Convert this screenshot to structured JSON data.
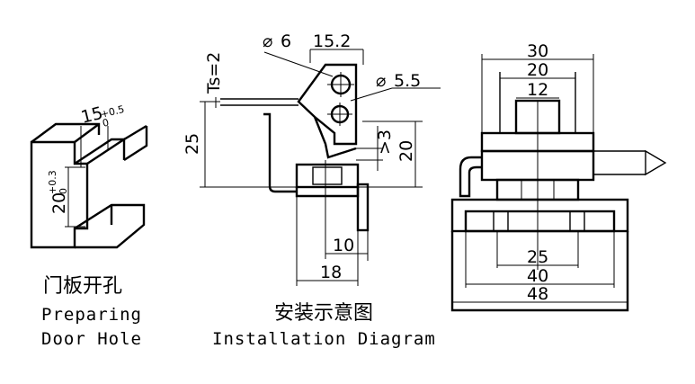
{
  "door_hole": {
    "dim_width": "15",
    "dim_width_tol_upper": "+0.5",
    "dim_width_tol_lower": "0",
    "dim_height": "20",
    "dim_height_tol_upper": "+0.3",
    "dim_height_tol_lower": "0",
    "caption_cn": "门板开孔",
    "caption_en_line1": "Preparing",
    "caption_en_line2": "Door Hole"
  },
  "installation": {
    "dim_hole_large": "6",
    "dim_hole_small": "5.5",
    "dim_top": "15.2",
    "dim_thickness": "Ts=2",
    "dim_height": "25",
    "dim_gap": ">3",
    "dim_right": "20",
    "dim_base": "10",
    "dim_bottom": "18",
    "diameter_symbol": "⌀",
    "caption_cn": "安装示意图",
    "caption_en": "Installation Diagram"
  },
  "front_view": {
    "dim_30": "30",
    "dim_20": "20",
    "dim_12": "12",
    "dim_25": "25",
    "dim_40": "40",
    "dim_48": "48"
  }
}
